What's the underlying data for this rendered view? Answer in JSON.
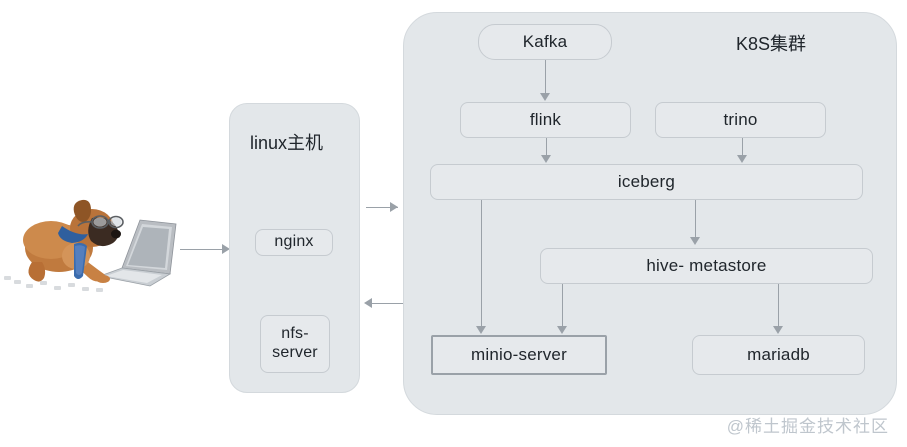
{
  "diagram": {
    "title_linux_host": "linux主机",
    "title_k8s_cluster": "K8S集群",
    "watermark": "@稀土掘金技术社区",
    "illustration": "dog-using-laptop-photo",
    "colors": {
      "container_fill": "#e3e7ea",
      "node_fill": "#e6e9ec",
      "node_border": "#c6cbd0",
      "highlight_border": "#9aa1a8",
      "connector": "#9aa1a8",
      "text": "#20262c",
      "watermark": "#bfc6cd",
      "page_background": "#ffffff"
    },
    "nodes": {
      "nginx": "nginx",
      "nfs_server": "nfs-\nserver",
      "nfs_server_line1": "nfs-",
      "nfs_server_line2": "server",
      "kafka": "Kafka",
      "flink": "flink",
      "trino": "trino",
      "iceberg": "iceberg",
      "hive_metastore": "hive- metastore",
      "minio_server": "minio-server",
      "mariadb": "mariadb"
    },
    "edges": [
      {
        "from": "client-laptop",
        "to": "linux-host",
        "direction": "right"
      },
      {
        "from": "linux-host",
        "to": "k8s-cluster",
        "direction": "right"
      },
      {
        "from": "k8s-cluster",
        "to": "linux-host",
        "direction": "left"
      },
      {
        "from": "kafka",
        "to": "flink",
        "direction": "down"
      },
      {
        "from": "flink",
        "to": "iceberg",
        "direction": "down"
      },
      {
        "from": "trino",
        "to": "iceberg",
        "direction": "down"
      },
      {
        "from": "iceberg",
        "to": "minio-server",
        "direction": "down"
      },
      {
        "from": "iceberg",
        "to": "hive-metastore",
        "direction": "down"
      },
      {
        "from": "hive-metastore",
        "to": "minio-server",
        "direction": "down"
      },
      {
        "from": "hive-metastore",
        "to": "mariadb",
        "direction": "down"
      }
    ]
  }
}
